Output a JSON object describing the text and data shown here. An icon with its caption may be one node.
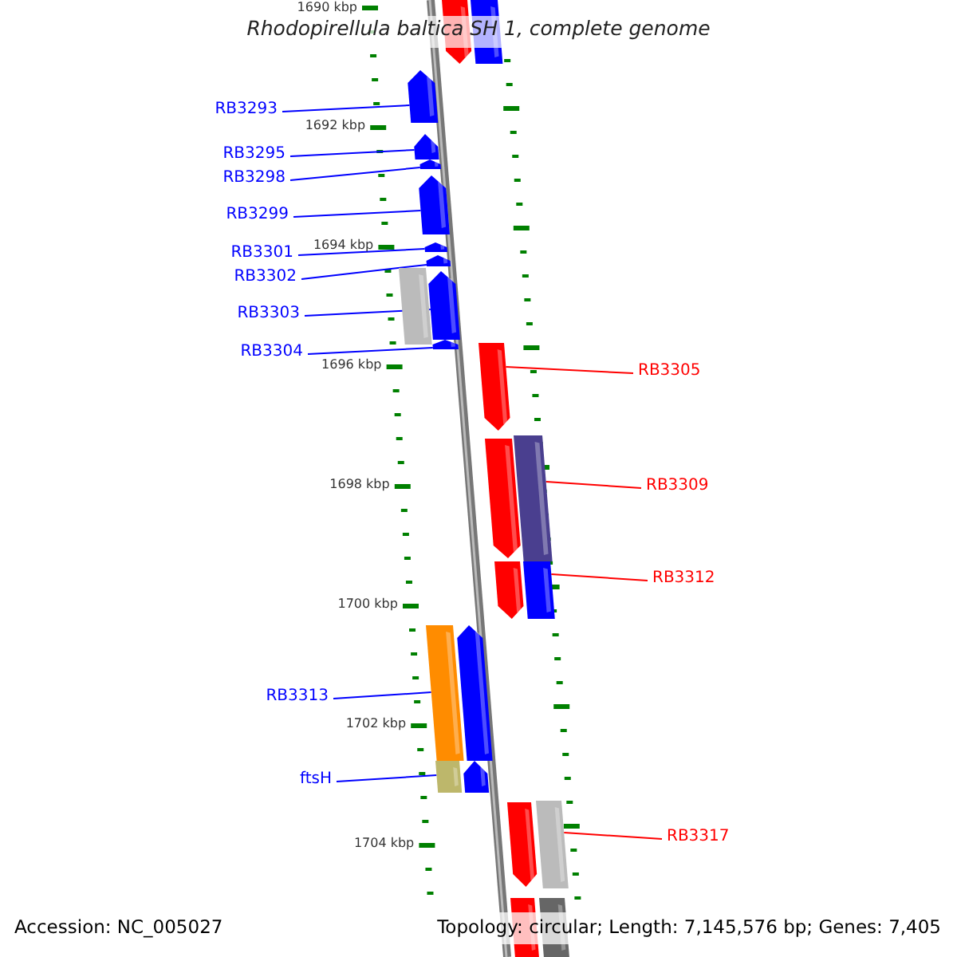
{
  "diagram": {
    "title": "Rhodopirellula baltica SH 1, complete genome",
    "nodes": [
      {
        "text": [
          "RB3293"
        ]
      },
      {
        "text": [
          "RB3295"
        ]
      },
      {
        "text": [
          "RB3298"
        ]
      },
      {
        "text": [
          "RB3299"
        ]
      },
      {
        "text": [
          "RB3301"
        ]
      },
      {
        "text": [
          "RB3302"
        ]
      },
      {
        "text": [
          "RB3303"
        ]
      },
      {
        "text": [
          "RB3304"
        ]
      },
      {
        "text": [
          "RB3305"
        ]
      },
      {
        "text": [
          "RB3309"
        ]
      },
      {
        "text": [
          "RB3312"
        ]
      },
      {
        "text": [
          "RB3313"
        ]
      },
      {
        "text": [
          "ftsH"
        ]
      },
      {
        "text": [
          "RB3317"
        ]
      },
      {
        "text": [],
        "shape": "arrow"
      },
      {
        "text": [],
        "shape": "bar"
      },
      {
        "text": [],
        "shape": "arrow"
      },
      {
        "text": [],
        "shape": "arrow"
      },
      {
        "text": [],
        "shape": "arrow"
      },
      {
        "text": [],
        "shape": "arrow"
      },
      {
        "text": [],
        "shape": "arrow"
      },
      {
        "text": [],
        "shape": "arrow"
      },
      {
        "text": [],
        "shape": "bar"
      },
      {
        "text": [],
        "shape": "arrow"
      },
      {
        "text": [],
        "shape": "arrow"
      },
      {
        "text": [],
        "shape": "arrow"
      },
      {
        "text": [],
        "shape": "arrow"
      },
      {
        "text": [],
        "shape": "bar"
      },
      {
        "text": [],
        "shape": "arrow"
      },
      {
        "text": [],
        "shape": "bar"
      },
      {
        "text": [],
        "shape": "bar"
      },
      {
        "text": [],
        "shape": "arrow"
      },
      {
        "text": [],
        "shape": "bar"
      },
      {
        "text": [],
        "shape": "arrow"
      },
      {
        "text": [],
        "shape": "arrow"
      },
      {
        "text": [],
        "shape": "bar"
      },
      {
        "text": [],
        "shape": "bar"
      },
      {
        "text": [],
        "shape": "bar"
      }
    ],
    "edges": [
      {
        "from": 0,
        "to": 16,
        "arrow": "none"
      },
      {
        "from": 1,
        "to": 17,
        "arrow": "none"
      },
      {
        "from": 2,
        "to": 18,
        "arrow": "none"
      },
      {
        "from": 3,
        "to": 19,
        "arrow": "none"
      },
      {
        "from": 4,
        "to": 20,
        "arrow": "none"
      },
      {
        "from": 5,
        "to": 21,
        "arrow": "none"
      },
      {
        "from": 6,
        "to": 23,
        "arrow": "none"
      },
      {
        "from": 7,
        "to": 24,
        "arrow": "none"
      },
      {
        "from": 8,
        "to": 25,
        "arrow": "none",
        "color": "#ff0000"
      },
      {
        "from": 9,
        "to": 27,
        "arrow": "none",
        "color": "#ff0000"
      },
      {
        "from": 10,
        "to": 29,
        "arrow": "none",
        "color": "#ff0000"
      },
      {
        "from": 11,
        "to": 30,
        "arrow": "none"
      },
      {
        "from": 12,
        "to": 32,
        "arrow": "none"
      },
      {
        "from": 13,
        "to": 35,
        "arrow": "none",
        "color": "#ff0000"
      }
    ],
    "labels": [
      "1690 kbp",
      "1692 kbp",
      "1694 kbp",
      "1696 kbp",
      "1698 kbp",
      "1700 kbp",
      "1702 kbp",
      "1704 kbp",
      "Accession: NC_005027",
      "Topology: circular; Length: 7,145,576 bp; Genes: 7,405"
    ]
  }
}
